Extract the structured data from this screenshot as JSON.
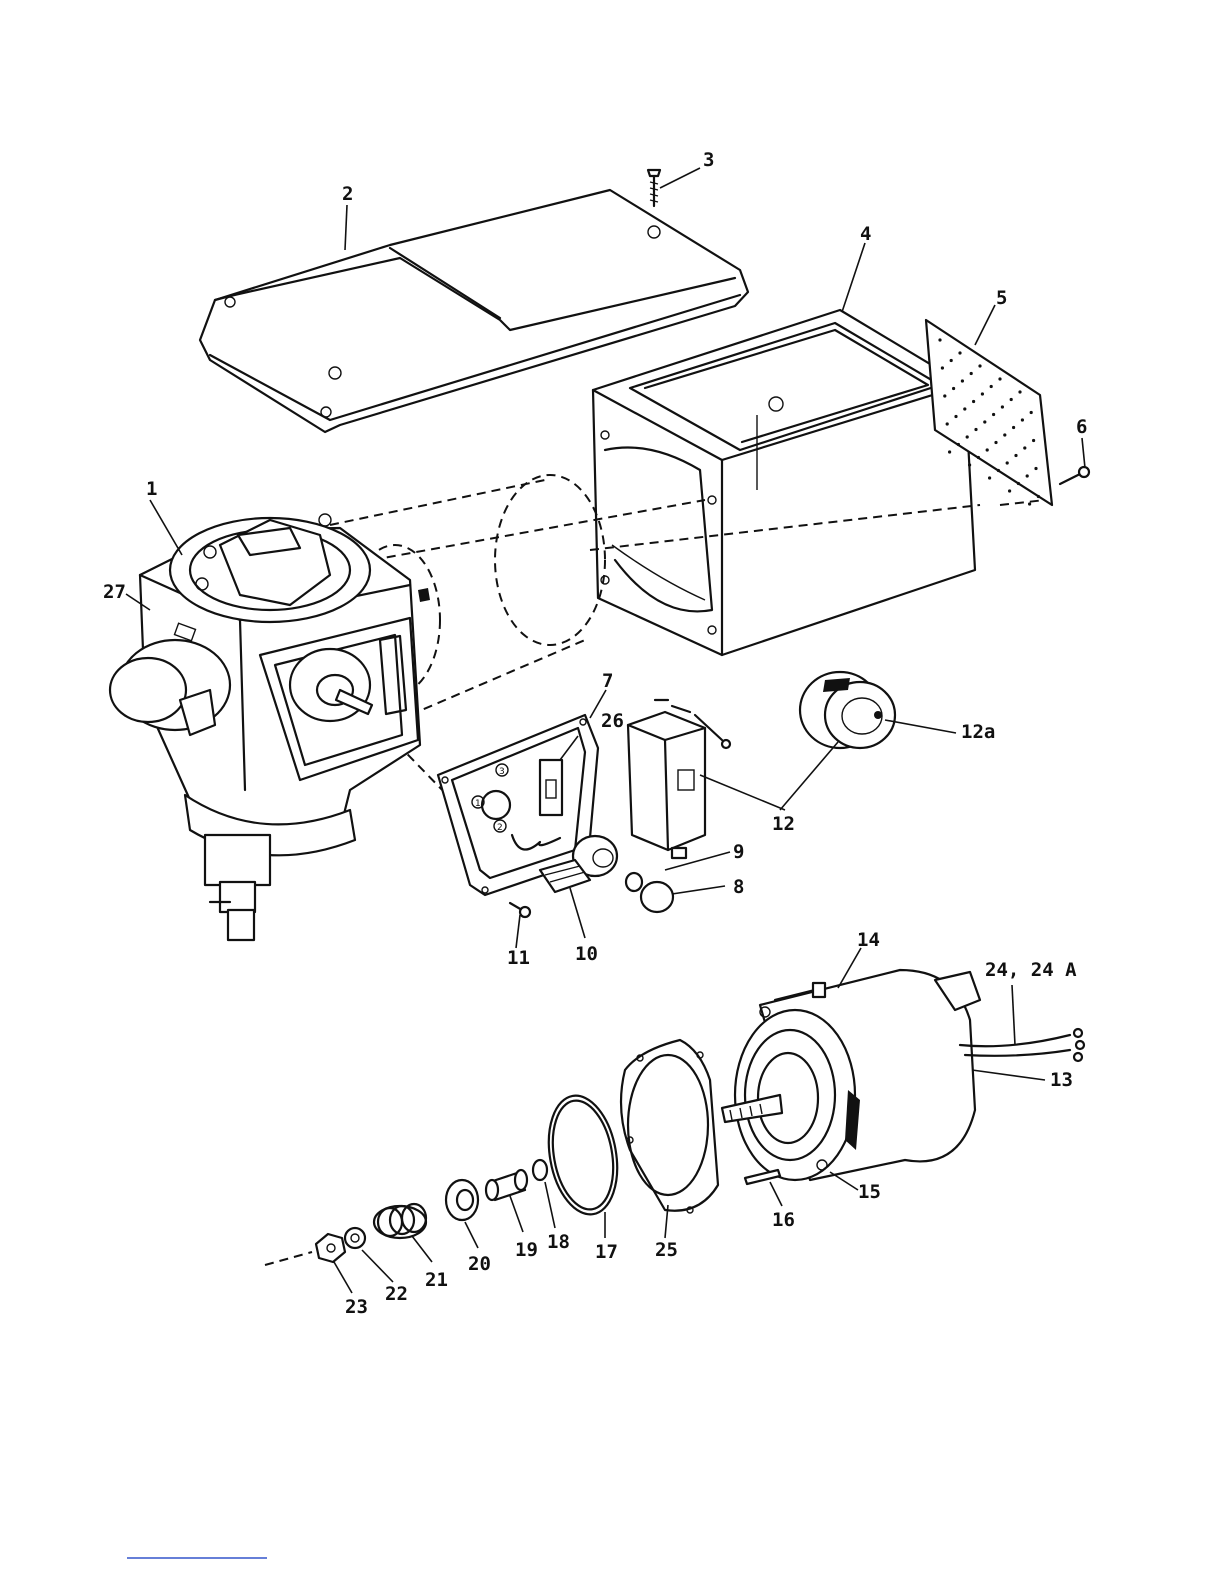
{
  "figure": {
    "callouts": [
      {
        "id": "c1",
        "text": "1"
      },
      {
        "id": "c2",
        "text": "2"
      },
      {
        "id": "c3",
        "text": "3"
      },
      {
        "id": "c4",
        "text": "4"
      },
      {
        "id": "c5",
        "text": "5"
      },
      {
        "id": "c6",
        "text": "6"
      },
      {
        "id": "c7",
        "text": "7"
      },
      {
        "id": "c8",
        "text": "8"
      },
      {
        "id": "c9",
        "text": "9"
      },
      {
        "id": "c10",
        "text": "10"
      },
      {
        "id": "c11",
        "text": "11"
      },
      {
        "id": "c12",
        "text": "12"
      },
      {
        "id": "c12a",
        "text": "12a"
      },
      {
        "id": "c13",
        "text": "13"
      },
      {
        "id": "c14",
        "text": "14"
      },
      {
        "id": "c15",
        "text": "15"
      },
      {
        "id": "c16",
        "text": "16"
      },
      {
        "id": "c17",
        "text": "17"
      },
      {
        "id": "c18",
        "text": "18"
      },
      {
        "id": "c19",
        "text": "19"
      },
      {
        "id": "c20",
        "text": "20"
      },
      {
        "id": "c21",
        "text": "21"
      },
      {
        "id": "c22",
        "text": "22"
      },
      {
        "id": "c23",
        "text": "23"
      },
      {
        "id": "c24",
        "text": "24, 24 A"
      },
      {
        "id": "c25",
        "text": "25"
      },
      {
        "id": "c26",
        "text": "26"
      },
      {
        "id": "c27",
        "text": "27"
      }
    ],
    "panel_markings": {
      "pos1": "1",
      "pos2": "2",
      "pos3": "3"
    }
  }
}
